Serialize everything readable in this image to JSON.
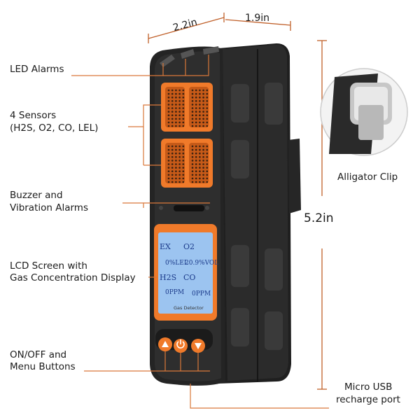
{
  "labels": {
    "led_alarms": "LED Alarms",
    "sensors_line1": "4 Sensors",
    "sensors_line2": "(H2S, O2, CO, LEL)",
    "buzzer_line1": "Buzzer and",
    "buzzer_line2": "Vibration Alarms",
    "lcd_line1": "LCD Screen with",
    "lcd_line2": "Gas Concentration Display",
    "buttons_line1": "ON/OFF and",
    "buttons_line2": "Menu Buttons",
    "clip": "Alligator Clip",
    "usb_line1": "Micro USB",
    "usb_line2": "recharge port"
  },
  "dimensions": {
    "width": "2.2in",
    "depth": "1.9in",
    "height": "5.2in"
  },
  "lcd": {
    "ex": "EX",
    "o2": "O2",
    "lel_value": "0%LEL",
    "o2_value": "20.9%VOL",
    "h2s": "H2S",
    "co": "CO",
    "h2s_value": "0PPM",
    "co_value": "0PPM"
  },
  "device_label": "Gas Detector",
  "colors": {
    "body": "#2a2a2a",
    "accent_orange": "#f07a2a",
    "lcd_blue": "#9cc4f0",
    "leader_line": "#d9783a"
  }
}
